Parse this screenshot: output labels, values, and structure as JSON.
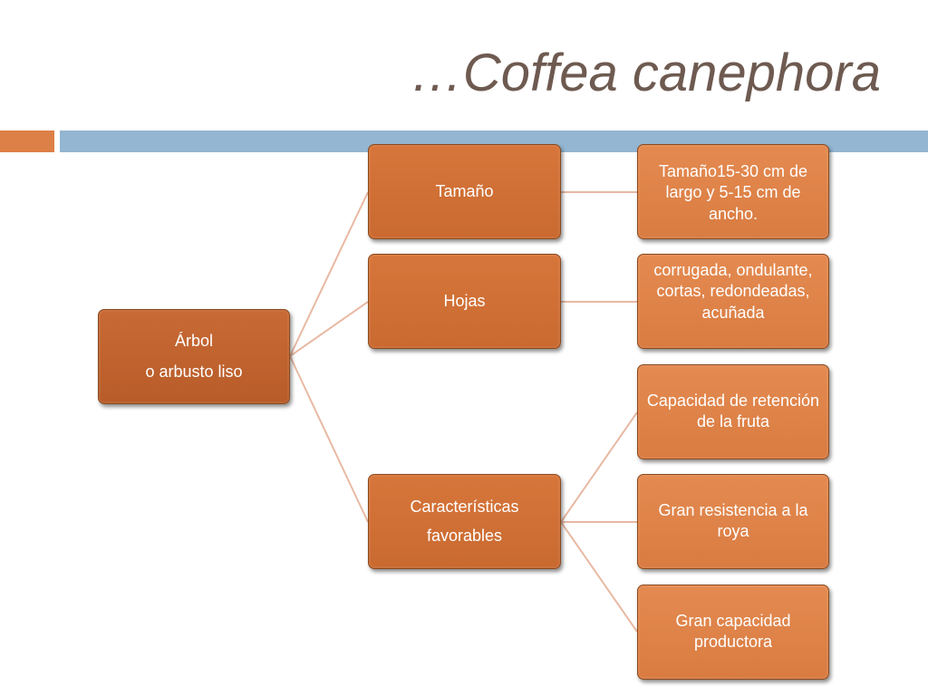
{
  "title": "…Coffea canephora",
  "root": {
    "line1": "Árbol",
    "line2": "o arbusto liso"
  },
  "branches": [
    {
      "label_lines": [
        "Tamaño"
      ],
      "leaves": [
        "Tamaño15-30 cm de largo y 5-15 cm de ancho."
      ]
    },
    {
      "label_lines": [
        "Hojas"
      ],
      "leaves": [
        "corrugada, ondulante, cortas, redondeadas, acuñada"
      ]
    },
    {
      "label_lines": [
        "Características",
        "favorables"
      ],
      "leaves": [
        "Capacidad de retención de la fruta",
        "Gran resistencia a la roya",
        "Gran capacidad productora"
      ]
    }
  ],
  "colors": {
    "accent_orange": "#dd8047",
    "accent_blue": "#94b6d2",
    "title": "#6e5a50",
    "connector": "#e8b9a3"
  }
}
